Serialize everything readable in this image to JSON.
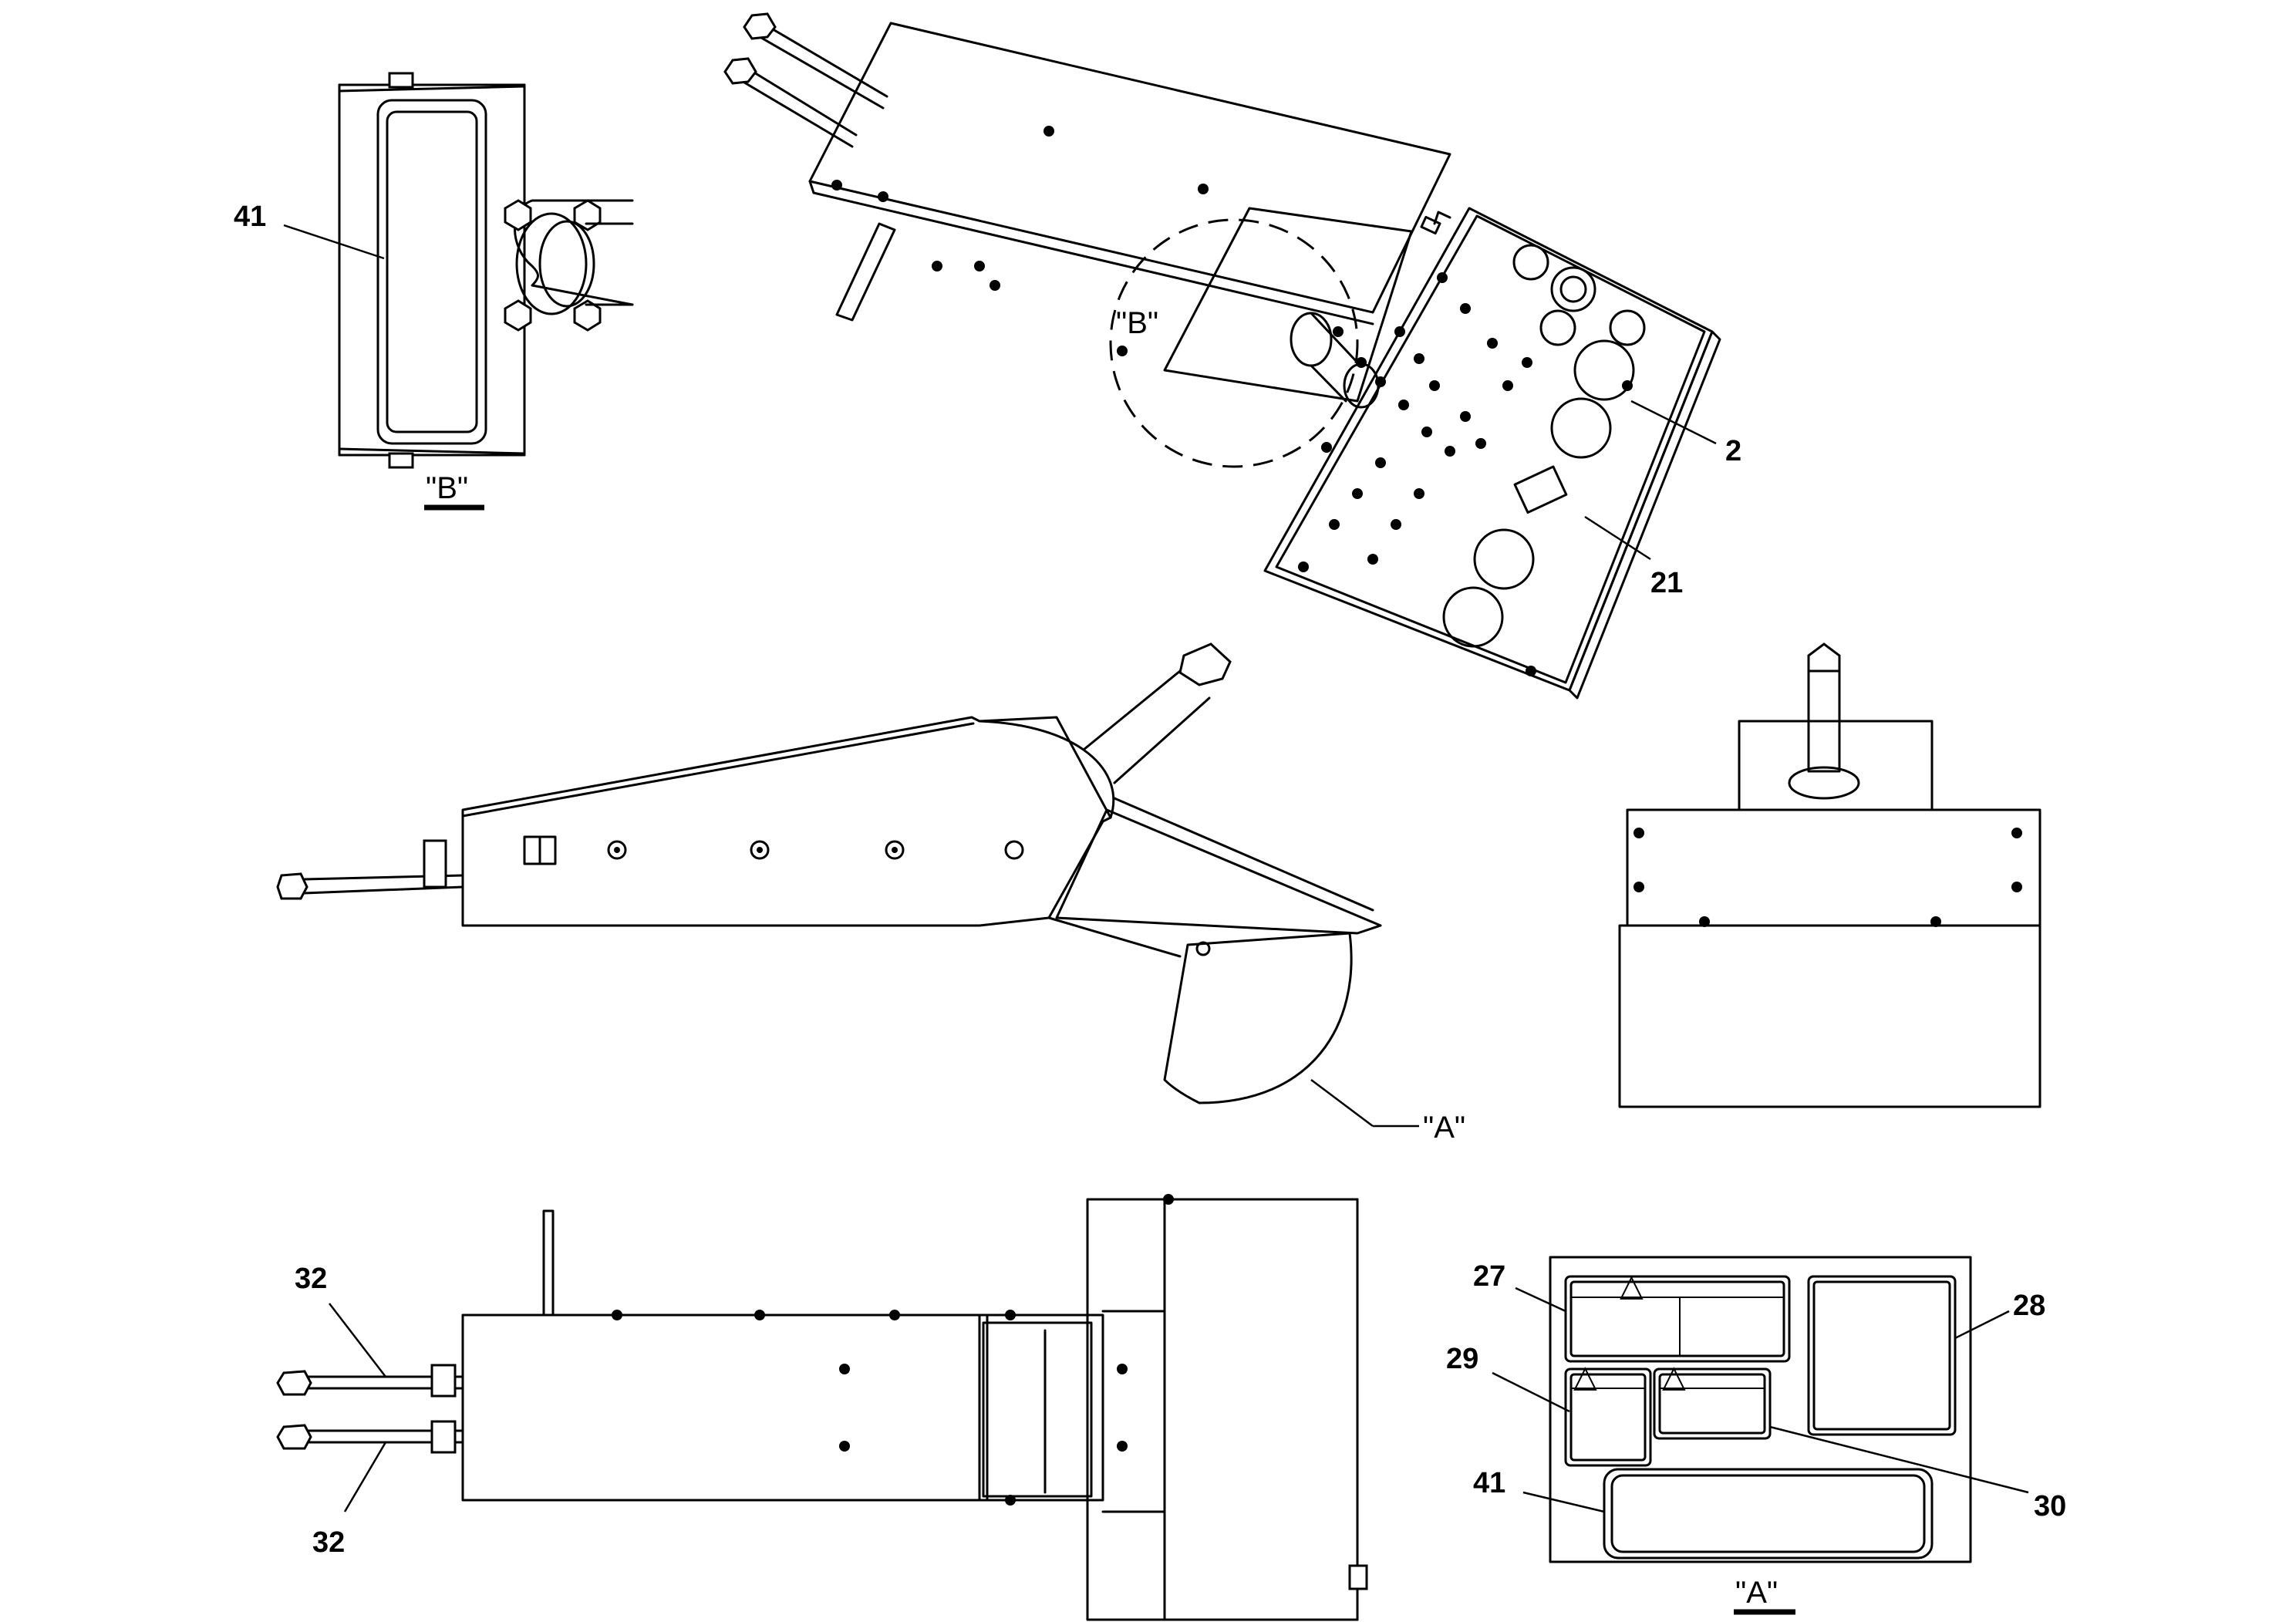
{
  "callouts": {
    "c41_top": "41",
    "c2": "2",
    "c21": "21",
    "c32_top": "32",
    "c32_bottom": "32",
    "c27": "27",
    "c28": "28",
    "c29": "29",
    "c30": "30",
    "c41_bottom": "41"
  },
  "view_labels": {
    "detail_b": "\"B\"",
    "callout_b": "\"B\"",
    "callout_a": "\"A\"",
    "detail_a": "\"A\""
  },
  "warning_symbol": "△"
}
